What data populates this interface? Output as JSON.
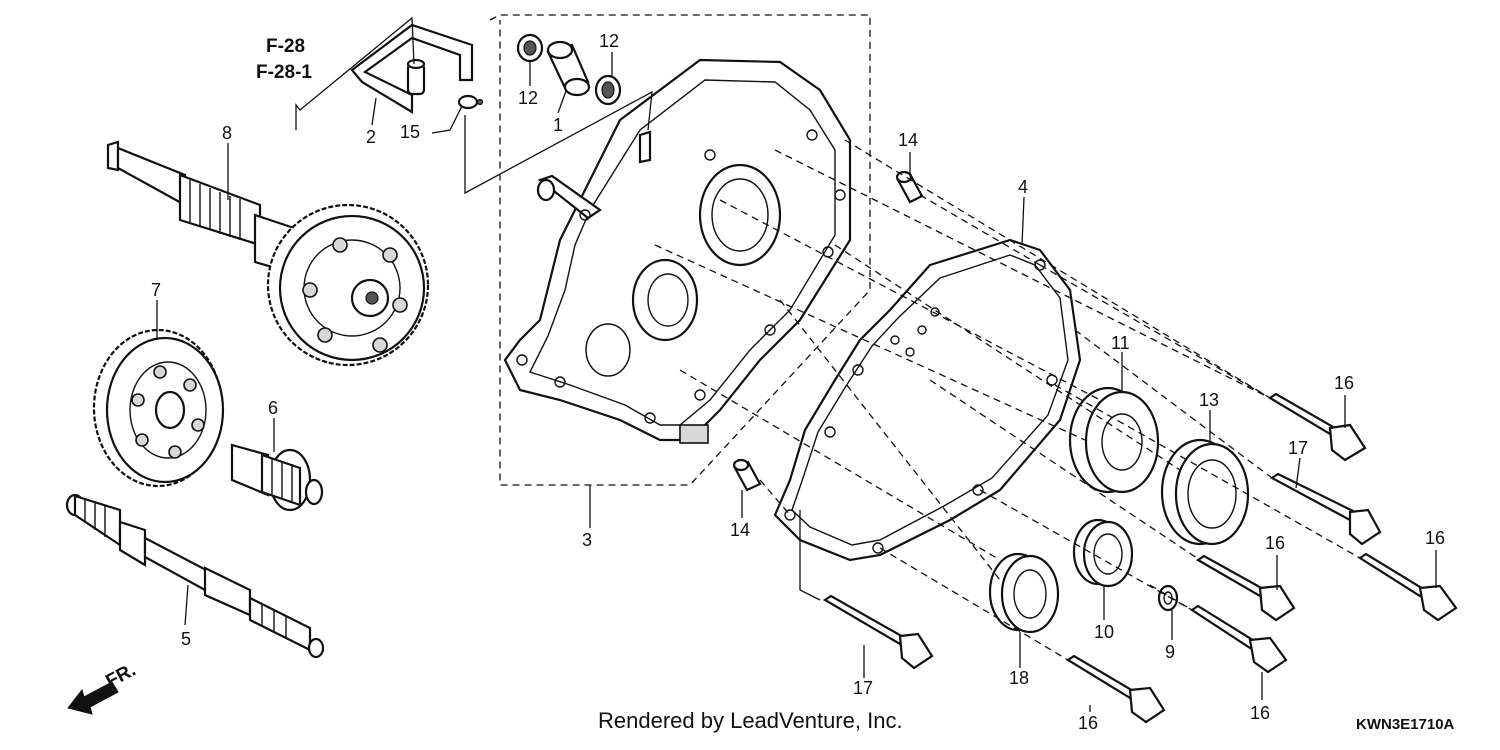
{
  "refs": {
    "f1": "F-28",
    "f2": "F-28-1"
  },
  "callouts": {
    "c1": "1",
    "c2": "2",
    "c3": "3",
    "c4": "4",
    "c5": "5",
    "c6": "6",
    "c7": "7",
    "c8": "8",
    "c9": "9",
    "c10": "10",
    "c11": "11",
    "c12a": "12",
    "c12b": "12",
    "c13": "13",
    "c14a": "14",
    "c14b": "14",
    "c15": "15",
    "c16a": "16",
    "c16b": "16",
    "c16c": "16",
    "c16d": "16",
    "c16e": "16",
    "c17a": "17",
    "c17b": "17",
    "c18": "18"
  },
  "front_label": "FR.",
  "footer": "Rendered by LeadVenture, Inc.",
  "diagram_code": "KWN3E1710A"
}
